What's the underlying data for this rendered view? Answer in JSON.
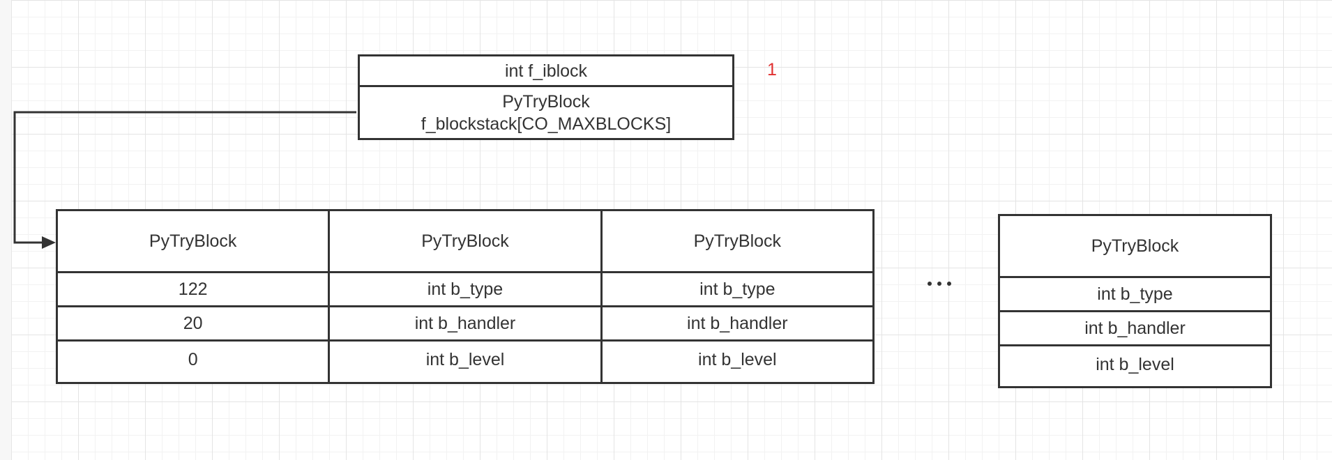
{
  "frame": {
    "iblock_label": "int f_iblock",
    "blockstack_label_line1": "PyTryBlock",
    "blockstack_label_line2": "f_blockstack[CO_MAXBLOCKS]",
    "iblock_value": "1"
  },
  "blocks": [
    {
      "title": "PyTryBlock",
      "b_type": "122",
      "b_handler": "20",
      "b_level": "0"
    },
    {
      "title": "PyTryBlock",
      "b_type": "int b_type",
      "b_handler": "int b_handler",
      "b_level": "int b_level"
    },
    {
      "title": "PyTryBlock",
      "b_type": "int b_type",
      "b_handler": "int b_handler",
      "b_level": "int b_level"
    }
  ],
  "last_block": {
    "title": "PyTryBlock",
    "b_type": "int b_type",
    "b_handler": "int b_handler",
    "b_level": "int b_level"
  },
  "colors": {
    "stroke": "#333333",
    "counter": "#e03030",
    "grid": "#e4e4e4"
  }
}
